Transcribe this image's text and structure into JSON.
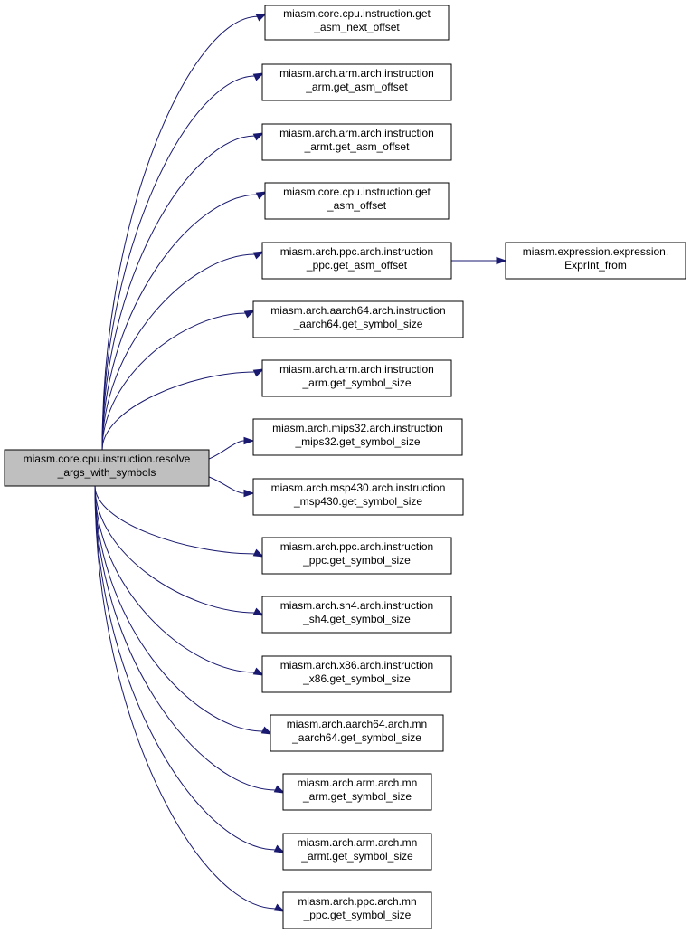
{
  "colors": {
    "edge": "#191970",
    "root_fill": "#bfbfbf",
    "node_fill": "#ffffff",
    "border": "#000000"
  },
  "nodes": [
    {
      "id": "root",
      "lines": [
        "miasm.core.cpu.instruction.resolve",
        "_args_with_symbols"
      ]
    },
    {
      "id": "n1",
      "lines": [
        "miasm.core.cpu.instruction.get",
        "_asm_next_offset"
      ]
    },
    {
      "id": "n2",
      "lines": [
        "miasm.arch.arm.arch.instruction",
        "_arm.get_asm_offset"
      ]
    },
    {
      "id": "n3",
      "lines": [
        "miasm.arch.arm.arch.instruction",
        "_armt.get_asm_offset"
      ]
    },
    {
      "id": "n4",
      "lines": [
        "miasm.core.cpu.instruction.get",
        "_asm_offset"
      ]
    },
    {
      "id": "n5",
      "lines": [
        "miasm.arch.ppc.arch.instruction",
        "_ppc.get_asm_offset"
      ]
    },
    {
      "id": "n6",
      "lines": [
        "miasm.expression.expression.",
        "ExprInt_from"
      ]
    },
    {
      "id": "n7",
      "lines": [
        "miasm.arch.aarch64.arch.instruction",
        "_aarch64.get_symbol_size"
      ]
    },
    {
      "id": "n8",
      "lines": [
        "miasm.arch.arm.arch.instruction",
        "_arm.get_symbol_size"
      ]
    },
    {
      "id": "n9",
      "lines": [
        "miasm.arch.mips32.arch.instruction",
        "_mips32.get_symbol_size"
      ]
    },
    {
      "id": "n10",
      "lines": [
        "miasm.arch.msp430.arch.instruction",
        "_msp430.get_symbol_size"
      ]
    },
    {
      "id": "n11",
      "lines": [
        "miasm.arch.ppc.arch.instruction",
        "_ppc.get_symbol_size"
      ]
    },
    {
      "id": "n12",
      "lines": [
        "miasm.arch.sh4.arch.instruction",
        "_sh4.get_symbol_size"
      ]
    },
    {
      "id": "n13",
      "lines": [
        "miasm.arch.x86.arch.instruction",
        "_x86.get_symbol_size"
      ]
    },
    {
      "id": "n14",
      "lines": [
        "miasm.arch.aarch64.arch.mn",
        "_aarch64.get_symbol_size"
      ]
    },
    {
      "id": "n15",
      "lines": [
        "miasm.arch.arm.arch.mn",
        "_arm.get_symbol_size"
      ]
    },
    {
      "id": "n16",
      "lines": [
        "miasm.arch.arm.arch.mn",
        "_armt.get_symbol_size"
      ]
    },
    {
      "id": "n17",
      "lines": [
        "miasm.arch.ppc.arch.mn",
        "_ppc.get_symbol_size"
      ]
    }
  ],
  "edges": [
    {
      "from": "root",
      "to": "n1"
    },
    {
      "from": "root",
      "to": "n2"
    },
    {
      "from": "root",
      "to": "n3"
    },
    {
      "from": "root",
      "to": "n4"
    },
    {
      "from": "root",
      "to": "n5"
    },
    {
      "from": "n5",
      "to": "n6"
    },
    {
      "from": "root",
      "to": "n7"
    },
    {
      "from": "root",
      "to": "n8"
    },
    {
      "from": "root",
      "to": "n9"
    },
    {
      "from": "root",
      "to": "n10"
    },
    {
      "from": "root",
      "to": "n11"
    },
    {
      "from": "root",
      "to": "n12"
    },
    {
      "from": "root",
      "to": "n13"
    },
    {
      "from": "root",
      "to": "n14"
    },
    {
      "from": "root",
      "to": "n15"
    },
    {
      "from": "root",
      "to": "n16"
    },
    {
      "from": "root",
      "to": "n17"
    }
  ]
}
